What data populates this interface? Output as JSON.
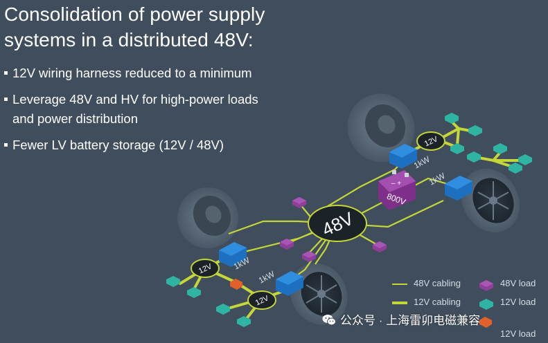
{
  "title": {
    "line1": "Consolidation of power supply",
    "line2": "systems in a distributed 48V:"
  },
  "bullets": [
    "12V wiring harness reduced to a minimum",
    "Leverage 48V and HV for high-power loads and power distribution",
    "Fewer LV battery storage (12V / 48V)"
  ],
  "diagram": {
    "hub_label": "48V",
    "battery_label": "800V",
    "battery_symbols": "– +",
    "converter_labels": [
      "1kW",
      "1kW",
      "1kW",
      "1kW"
    ],
    "hub_12v_labels": [
      "12V",
      "12V",
      "12V"
    ]
  },
  "legend": {
    "cabling_48v": "48V cabling",
    "cabling_12v": "12V cabling",
    "load_48v": "48V load",
    "load_12v": "12V load",
    "load_12v_extra": "12V load"
  },
  "watermark": {
    "text": "公众号 · 上海雷卯电磁兼容"
  },
  "colors": {
    "background": "#3f4d5c",
    "cable_48v": "#c5d738",
    "cable_12v": "#c5d738",
    "load_48v": "#8e3f9a",
    "load_12v": "#2fb3a3",
    "converter": "#1d6fc0",
    "hub": "#1b2228",
    "battery": "#7e2f8a",
    "fuse": "#e2612a"
  }
}
